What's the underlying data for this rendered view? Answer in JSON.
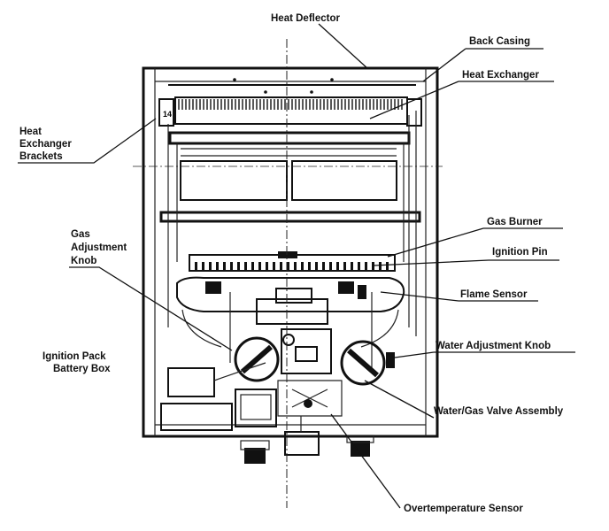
{
  "diagram": {
    "labels": {
      "heat_deflector": "Heat Deflector",
      "back_casing": "Back Casing",
      "heat_exchanger": "Heat Exchanger",
      "heat_exchanger_brackets_1": "Heat",
      "heat_exchanger_brackets_2": "Exchanger",
      "heat_exchanger_brackets_3": "Brackets",
      "gas_adjustment_knob_1": "Gas",
      "gas_adjustment_knob_2": "Adjustment",
      "gas_adjustment_knob_3": "Knob",
      "gas_burner": "Gas Burner",
      "ignition_pin": "Ignition Pin",
      "flame_sensor": "Flame Sensor",
      "water_adjustment_knob": "Water Adjustment Knob",
      "ignition_pack_1": "Ignition Pack",
      "ignition_pack_2": "Battery Box",
      "water_gas_valve_assembly": "Water/Gas Valve Assembly",
      "overtemperature_sensor": "Overtemperature Sensor"
    }
  }
}
